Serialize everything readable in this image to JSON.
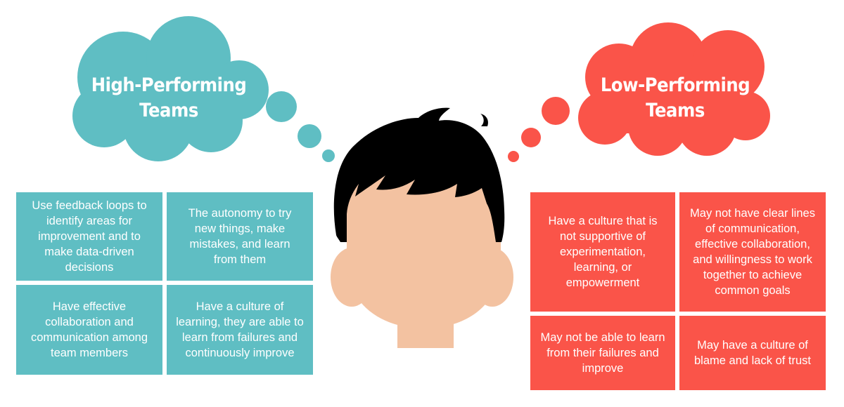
{
  "colors": {
    "high_performing": "#5fbec3",
    "low_performing": "#fa5449",
    "skin": "#f3c2a1",
    "hair": "#000000",
    "background": "#ffffff"
  },
  "high_performing": {
    "title": "High-Performing\nTeams",
    "traits": [
      "Use feedback loops to identify areas for improvement and to make data-driven decisions",
      "The autonomy to try new things, make mistakes, and learn from them",
      "Have effective collaboration and communication among team members",
      "Have a culture of learning, they are able to learn from failures and continuously improve"
    ]
  },
  "low_performing": {
    "title": "Low-Performing\nTeams",
    "traits": [
      "Have a culture that is not supportive of experimentation, learning, or empowerment",
      "May not have clear lines of communication, effective collaboration, and willingness to work together to achieve common goals",
      "May not be able to learn from their failures and improve",
      "May have a culture of blame and lack of trust"
    ]
  }
}
